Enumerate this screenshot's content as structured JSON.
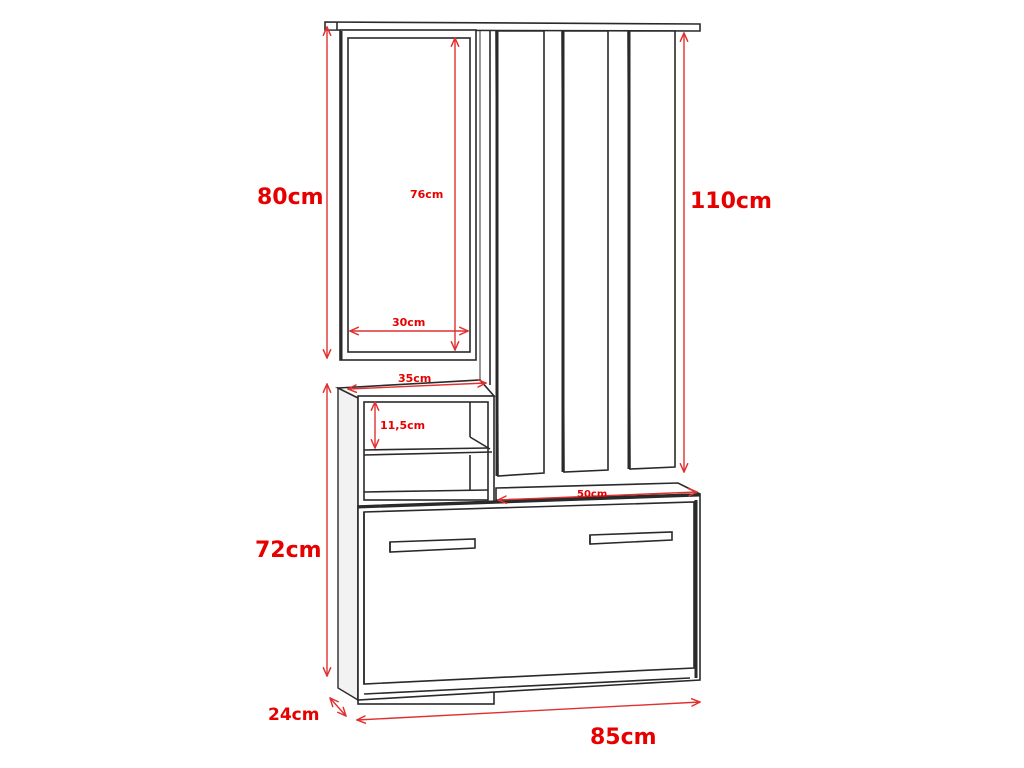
{
  "diagram": {
    "subject": "Hallway furniture unit with mirror, coat panels, open shelf and shoe cabinet",
    "colors": {
      "line": "#2a2a2a",
      "dimension": "#e60000",
      "background": "#ffffff"
    },
    "dimensions": {
      "mirror_frame_height": "80cm",
      "mirror_glass_height": "76cm",
      "mirror_glass_width": "30cm",
      "coat_panel_height": "110cm",
      "shelf_unit_width": "35cm",
      "shelf_spacing": "11,5cm",
      "cabinet_top_width": "50cm",
      "lower_height": "72cm",
      "depth": "24cm",
      "total_width": "85cm"
    }
  }
}
